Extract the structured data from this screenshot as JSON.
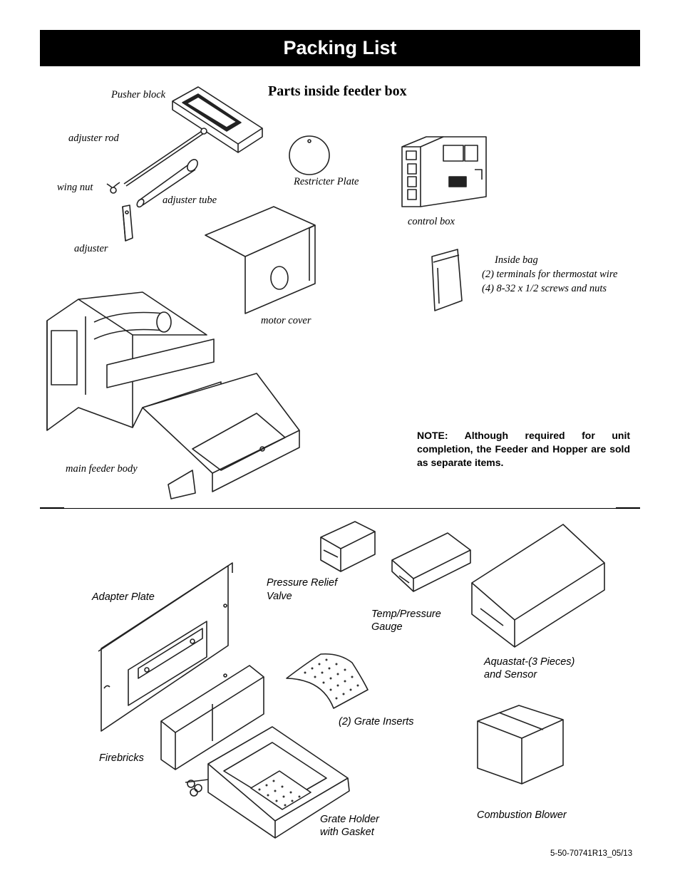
{
  "header": {
    "title": "Packing List"
  },
  "feeder_section": {
    "heading": "Parts inside feeder box",
    "labels": {
      "pusher_block": "Pusher block",
      "adjuster_rod": "adjuster rod",
      "wing_nut": "wing nut",
      "adjuster_tube": "adjuster tube",
      "adjuster": "adjuster",
      "restricter_plate": "Restricter Plate",
      "control_box": "control box",
      "motor_cover": "motor cover",
      "main_feeder_body": "main feeder body"
    },
    "inside_bag": {
      "title": "Inside bag",
      "line1": "(2) terminals for thermostat wire",
      "line2": "(4) 8-32 x 1/2 screws and nuts"
    },
    "note": "NOTE: Although required for unit completion, the Feeder and Hopper are sold as separate items."
  },
  "parts_section": {
    "labels": {
      "adapter_plate": "Adapter Plate",
      "pressure_relief_1": "Pressure Relief",
      "pressure_relief_2": "Valve",
      "temp_gauge_1": "Temp/Pressure",
      "temp_gauge_2": "Gauge",
      "aquastat_1": "Aquastat-(3 Pieces)",
      "aquastat_2": "and Sensor",
      "grate_inserts": "(2) Grate Inserts",
      "firebricks": "Firebricks",
      "grate_holder_1": "Grate Holder",
      "grate_holder_2": "with Gasket",
      "combustion_blower": "Combustion Blower"
    }
  },
  "footer": {
    "doc_code": "5-50-70741R13_05/13"
  }
}
